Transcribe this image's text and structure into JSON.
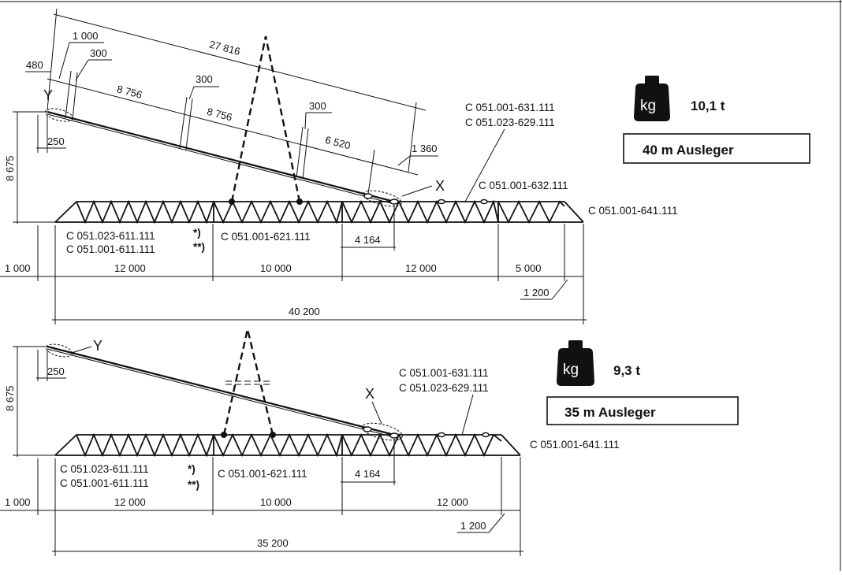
{
  "top": {
    "weight": "10,1 t",
    "weight_unit": "kg",
    "boom_label": "40 m  Ausleger",
    "node_y": "Y",
    "node_x": "X",
    "height": "8 675",
    "rope_total": "27 816",
    "rope_segments": [
      "480",
      "1 000",
      "300",
      "8 756",
      "300",
      "8 756",
      "300",
      "6 520",
      "1 360"
    ],
    "offset_250": "250",
    "ref_631": "C 051.001-631.111",
    "ref_629": "C 051.023-629.111",
    "ref_632": "C 051.001-632.111",
    "ref_641": "C 051.001-641.111",
    "ref_611a": "C 051.023-611.111",
    "ref_611b": "C 051.001-611.111",
    "mark_a": "*)",
    "mark_b": "**)",
    "ref_621": "C 051.001-621.111",
    "dim_4164": "4 164",
    "bottom_dims": [
      "1 000",
      "12 000",
      "10 000",
      "12 000",
      "5 000"
    ],
    "dim_1200": "1 200",
    "total": "40 200"
  },
  "bottom": {
    "weight": "9,3 t",
    "weight_unit": "kg",
    "boom_label": "35 m  Ausleger",
    "node_y": "Y",
    "node_x": "X",
    "height": "8 675",
    "offset_250": "250",
    "ref_631": "C 051.001-631.111",
    "ref_629": "C 051.023-629.111",
    "ref_641": "C 051.001-641.111",
    "ref_611a": "C 051.023-611.111",
    "ref_611b": "C 051.001-611.111",
    "mark_a": "*)",
    "mark_b": "**)",
    "ref_621": "C 051.001-621.111",
    "dim_4164": "4 164",
    "bottom_dims": [
      "1 000",
      "12 000",
      "10 000",
      "12 000"
    ],
    "dim_1200": "1 200",
    "total": "35 200"
  }
}
